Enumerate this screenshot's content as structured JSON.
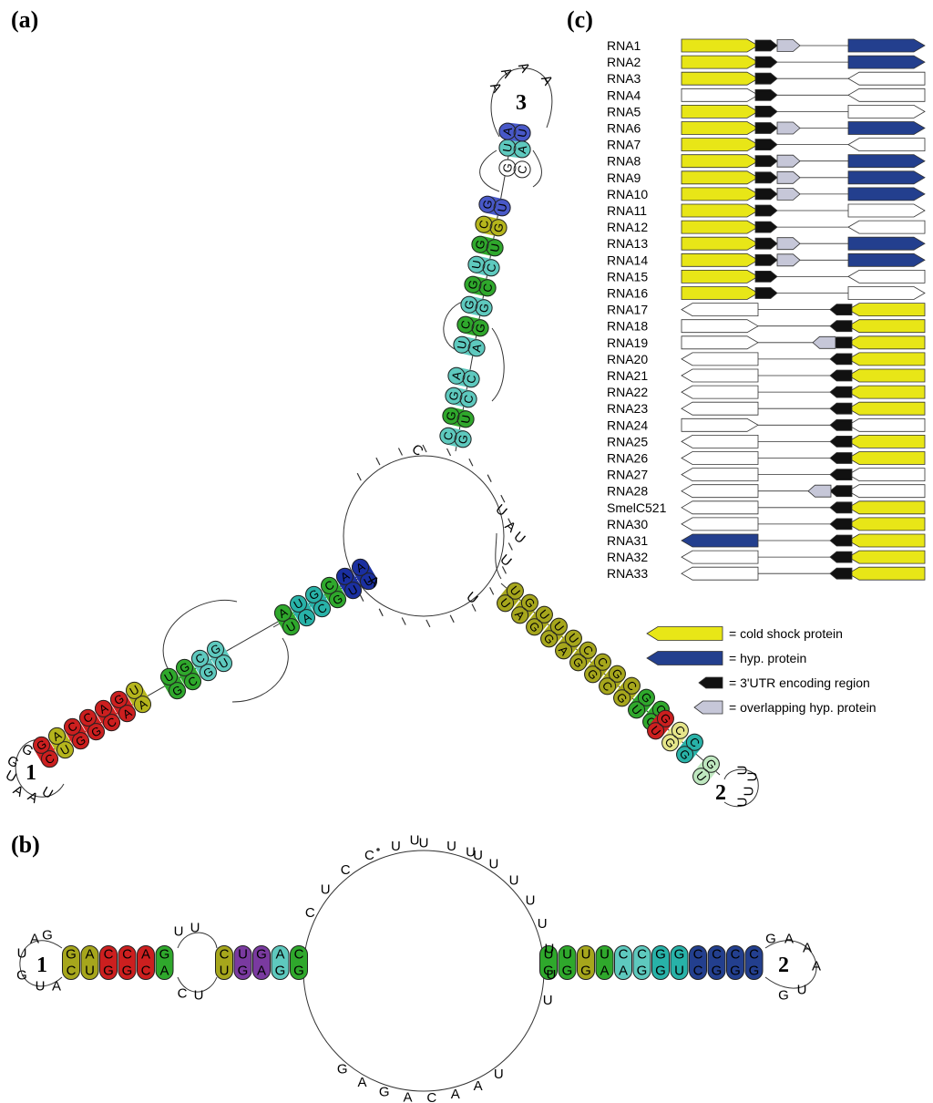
{
  "panels": {
    "a": "(a)",
    "b": "(b)",
    "c": "(c)"
  },
  "panel_a": {
    "loops": [
      "1",
      "2",
      "3"
    ],
    "hairpin1_loop": [
      "G",
      "G",
      "U",
      "A",
      "A",
      "U",
      "G",
      "U"
    ],
    "stem1_left": [
      "G",
      "A",
      "C",
      "C",
      "A",
      "G",
      "U"
    ],
    "stem1_right": [
      "C",
      "U",
      "G",
      "G",
      "C",
      "A",
      "A"
    ],
    "hairpin3_loop": [
      "A",
      "A",
      "A",
      "A"
    ],
    "stem3_left": [
      "U",
      "C",
      "G",
      "G",
      "U",
      "G",
      "C",
      "G",
      "C",
      "U"
    ],
    "stem3_right": [
      "A",
      "G",
      "G",
      "C",
      "C",
      "U",
      "G",
      "U",
      "G",
      "U"
    ],
    "stem2_top": [
      "U",
      "G",
      "U",
      "U",
      "U",
      "C",
      "C",
      "G",
      "C",
      "G",
      "C"
    ],
    "stem2_bottom": [
      "U",
      "A",
      "G",
      "G",
      "A",
      "G",
      "G",
      "C",
      "G",
      "U",
      "C"
    ],
    "hairpin2_loop": [
      "U",
      "U",
      "U",
      "U"
    ],
    "multiloop": [
      "C",
      "U",
      "A",
      "U",
      "U",
      "A",
      "U"
    ]
  },
  "panel_b": {
    "loops": [
      "1",
      "2"
    ],
    "hp1_loop": [
      "A",
      "G",
      "U",
      "G",
      "U",
      "A"
    ],
    "hp1_top": [
      "G",
      "A",
      "C",
      "C",
      "A",
      "G",
      "U",
      "C",
      "U",
      "G",
      "A",
      "C"
    ],
    "hp1_bottom": [
      "C",
      "U",
      "G",
      "G",
      "C",
      "A",
      "U",
      "G",
      "A",
      "G",
      "G"
    ],
    "int_top": [
      "U",
      "U"
    ],
    "int_bottom": [
      "C",
      "U"
    ],
    "hp2_top": [
      "U",
      "U",
      "U",
      "U",
      "C",
      "C",
      "G",
      "G",
      "C",
      "C",
      "C",
      "C"
    ],
    "hp2_bottom": [
      "G",
      "G",
      "G",
      "A",
      "A",
      "G",
      "G",
      "U",
      "C",
      "G",
      "G",
      "G"
    ],
    "hp2_loop": [
      "G",
      "A",
      "A",
      "A",
      "U",
      "G"
    ],
    "big_loop_left": [
      "C",
      "U",
      "C",
      "C",
      "U",
      "U",
      "U",
      "U"
    ],
    "big_loop_right": [
      "U",
      "U",
      "U",
      "U",
      "U",
      "U",
      "U",
      "U"
    ],
    "big_loop_bottom": [
      "G",
      "A",
      "G",
      "A",
      "C",
      "A",
      "A",
      "U"
    ],
    "top_nt": "U"
  },
  "panel_c": {
    "rows": [
      {
        "label": "RNA1",
        "l": "csp",
        "m": "utrR",
        "o": "ovR",
        "r": "hypR"
      },
      {
        "label": "RNA2",
        "l": "csp",
        "m": "utrR",
        "o": "",
        "r": "hypR"
      },
      {
        "label": "RNA3",
        "l": "csp",
        "m": "utrR",
        "o": "",
        "r": "whiteL"
      },
      {
        "label": "RNA4",
        "l": "whiteR",
        "m": "utrR",
        "o": "",
        "r": "whiteL"
      },
      {
        "label": "RNA5",
        "l": "csp",
        "m": "utrR",
        "o": "",
        "r": "whiteR"
      },
      {
        "label": "RNA6",
        "l": "csp",
        "m": "utrR",
        "o": "ovR",
        "r": "hypR"
      },
      {
        "label": "RNA7",
        "l": "csp",
        "m": "utrR",
        "o": "",
        "r": "whiteL"
      },
      {
        "label": "RNA8",
        "l": "csp",
        "m": "utrR",
        "o": "ovR",
        "r": "hypR"
      },
      {
        "label": "RNA9",
        "l": "csp",
        "m": "utrR",
        "o": "ovR",
        "r": "hypR"
      },
      {
        "label": "RNA10",
        "l": "csp",
        "m": "utrR",
        "o": "ovR",
        "r": "hypR"
      },
      {
        "label": "RNA11",
        "l": "csp",
        "m": "utrR",
        "o": "",
        "r": "whiteR"
      },
      {
        "label": "RNA12",
        "l": "csp",
        "m": "utrR",
        "o": "",
        "r": "whiteL"
      },
      {
        "label": "RNA13",
        "l": "csp",
        "m": "utrR",
        "o": "ovR",
        "r": "hypR"
      },
      {
        "label": "RNA14",
        "l": "csp",
        "m": "utrR",
        "o": "ovR",
        "r": "hypR"
      },
      {
        "label": "RNA15",
        "l": "csp",
        "m": "utrR",
        "o": "",
        "r": "whiteL"
      },
      {
        "label": "RNA16",
        "l": "csp",
        "m": "utrR",
        "o": "",
        "r": "whiteR"
      },
      {
        "label": "RNA17",
        "l": "whiteL",
        "m": "utrL",
        "o": "",
        "r": "cspL"
      },
      {
        "label": "RNA18",
        "l": "whiteR",
        "m": "utrL",
        "o": "",
        "r": "cspL"
      },
      {
        "label": "RNA19",
        "l": "whiteR",
        "m": "utrL",
        "o": "ovL",
        "r": "cspL"
      },
      {
        "label": "RNA20",
        "l": "whiteL",
        "m": "utrL",
        "o": "",
        "r": "cspL"
      },
      {
        "label": "RNA21",
        "l": "whiteL",
        "m": "utrL",
        "o": "",
        "r": "cspL"
      },
      {
        "label": "RNA22",
        "l": "whiteL",
        "m": "utrL",
        "o": "",
        "r": "cspL"
      },
      {
        "label": "RNA23",
        "l": "whiteL",
        "m": "utrL",
        "o": "",
        "r": "cspL"
      },
      {
        "label": "RNA24",
        "l": "whiteR",
        "m": "utrL",
        "o": "",
        "r": "whiteL"
      },
      {
        "label": "RNA25",
        "l": "whiteL",
        "m": "utrL",
        "o": "",
        "r": "cspL"
      },
      {
        "label": "RNA26",
        "l": "whiteL",
        "m": "utrL",
        "o": "",
        "r": "cspL"
      },
      {
        "label": "RNA27",
        "l": "whiteL",
        "m": "utrL",
        "o": "",
        "r": "whiteL"
      },
      {
        "label": "RNA28",
        "l": "whiteL",
        "m": "utrL",
        "o": "ovL",
        "r": "whiteL"
      },
      {
        "label": "SmelC521",
        "l": "whiteL",
        "m": "utrL",
        "o": "",
        "r": "cspL"
      },
      {
        "label": "RNA30",
        "l": "whiteL",
        "m": "utrL",
        "o": "",
        "r": "cspL"
      },
      {
        "label": "RNA31",
        "l": "hypL",
        "m": "utrL",
        "o": "",
        "r": "cspL"
      },
      {
        "label": "RNA32",
        "l": "whiteL",
        "m": "utrL",
        "o": "",
        "r": "cspL"
      },
      {
        "label": "RNA33",
        "l": "whiteL",
        "m": "utrL",
        "o": "",
        "r": "cspL"
      }
    ],
    "legend": [
      {
        "kind": "csp",
        "text": "= cold shock protein"
      },
      {
        "kind": "hyp",
        "text": "= hyp. protein"
      },
      {
        "kind": "utr",
        "text": "= 3'UTR encoding region"
      },
      {
        "kind": "ov",
        "text": "= overlapping hyp. protein"
      }
    ],
    "colors": {
      "csp": "#e8e617",
      "hyp": "#233f8e",
      "utr": "#111111",
      "ov": "#c6c7d8",
      "white": "#ffffff"
    }
  }
}
